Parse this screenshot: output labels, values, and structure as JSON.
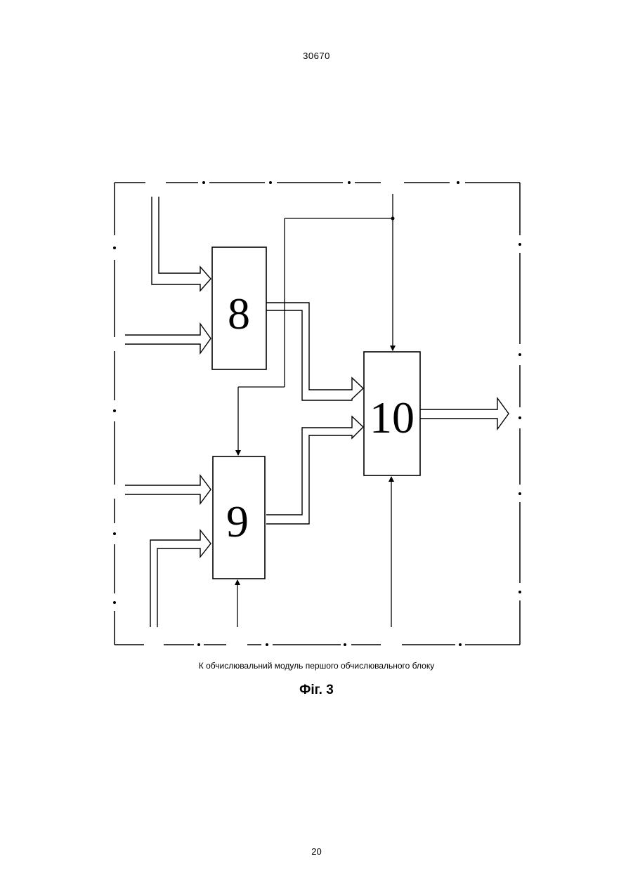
{
  "header": {
    "document_number": "30670"
  },
  "diagram": {
    "blocks": [
      {
        "id": "8",
        "label": "8"
      },
      {
        "id": "9",
        "label": "9"
      },
      {
        "id": "10",
        "label": "10"
      }
    ]
  },
  "caption": {
    "text": "К обчислювальний модуль першого обчислювального блоку"
  },
  "figure": {
    "label": "Фіг. 3"
  },
  "footer": {
    "page_number": "20"
  }
}
